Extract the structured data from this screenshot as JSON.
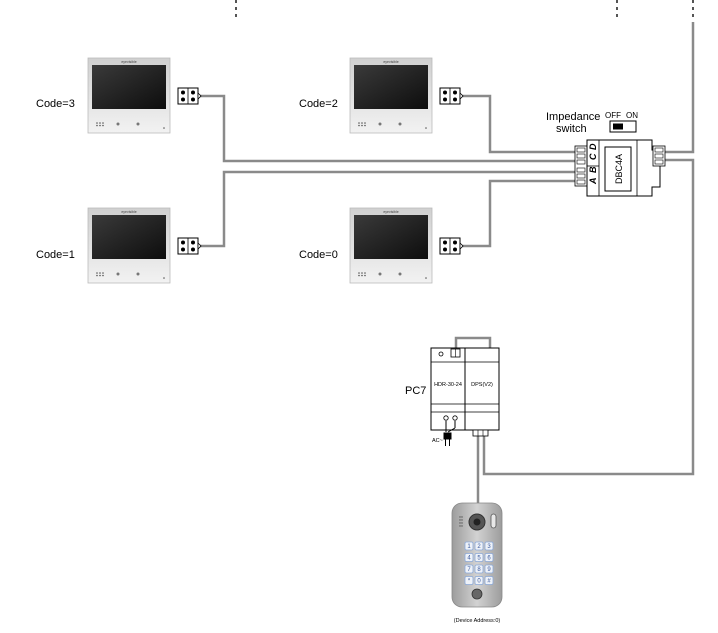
{
  "monitors": [
    {
      "code_label": "Code=3",
      "brand": "eyevisible"
    },
    {
      "code_label": "Code=2",
      "brand": "eyevisible"
    },
    {
      "code_label": "Code=1",
      "brand": "eyevisible"
    },
    {
      "code_label": "Code=0",
      "brand": "eyevisible"
    }
  ],
  "distributor": {
    "model": "DBC4A",
    "port_labels": [
      "A",
      "B",
      "C",
      "D"
    ],
    "impedance_label_line1": "Impedance",
    "impedance_label_line2": "switch",
    "switch_off": "OFF",
    "switch_on": "ON"
  },
  "power": {
    "label": "PC7",
    "module_left": "HDR-30-24",
    "module_right": "DPS(V2)",
    "ac_label": "AC~"
  },
  "door_station": {
    "keypad_keys": [
      "1",
      "2",
      "3",
      "4",
      "5",
      "6",
      "7",
      "8",
      "9",
      "*",
      "0",
      "#"
    ],
    "address_label": "(Device Address:0)"
  },
  "colors": {
    "wire": "#8a8a8a",
    "line": "#000000",
    "screen": "#1b1b1b",
    "panel": "#b9b9b9",
    "keypad_key": "#8aa8d8"
  }
}
